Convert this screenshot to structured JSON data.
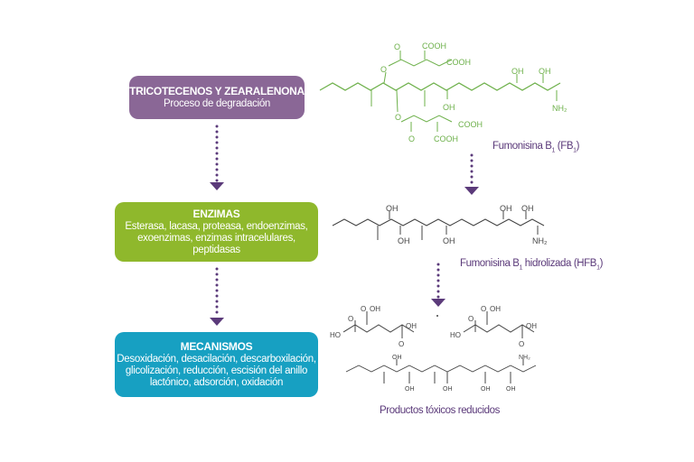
{
  "boxes": {
    "tricotecenos": {
      "title": "TRICOTECENOS Y ZEARALENONA",
      "subtitle": "Proceso de degradación"
    },
    "enzimas": {
      "title": "ENZIMAS",
      "line1": "Esterasa, lacasa, proteasa, endoenzimas,",
      "line2": "exoenzimas, enzimas intracelulares, peptidasas"
    },
    "mecanismos": {
      "title": "MECANISMOS",
      "line1": "Desoxidación, desacilación, descarboxilación,",
      "line2": "glicolización, reducción, escisión del anillo",
      "line3": "lactónico, adsorción, oxidación"
    }
  },
  "labels": {
    "fb1": {
      "name": "Fumonisina B",
      "sub": "1",
      "paren": " (FB",
      "sub2": "1",
      "close": ")"
    },
    "hfb1": {
      "name": "Fumonisina B",
      "sub": "1",
      "mid": " hidrolizada (HFB",
      "sub2": "1",
      "close": ")"
    },
    "products": "Productos tóxicos reducidos"
  },
  "atoms": {
    "fb1": [
      "O",
      "COOH",
      "COOH",
      "O",
      "OH",
      "OH",
      "OH",
      "NH₂",
      "O",
      "COOH",
      "O",
      "COOH"
    ],
    "hfb1": [
      "OH",
      "OH",
      "OH",
      "OH",
      "OH",
      "NH₂"
    ],
    "acid1": [
      "O",
      "OH",
      "O",
      "HO",
      "OH",
      "O"
    ],
    "acid2": [
      "O",
      "OH",
      "O",
      "HO",
      "OH",
      "O"
    ],
    "chain": [
      "OH",
      "OH",
      "OH",
      "OH",
      "OH",
      "NH₂"
    ]
  },
  "colors": {
    "purple": "#8a6796",
    "green": "#8fb82c",
    "blue": "#17a0c2",
    "arrow": "#5b3a7a",
    "molecule_green": "#6db04a",
    "molecule_gray": "#444444"
  }
}
